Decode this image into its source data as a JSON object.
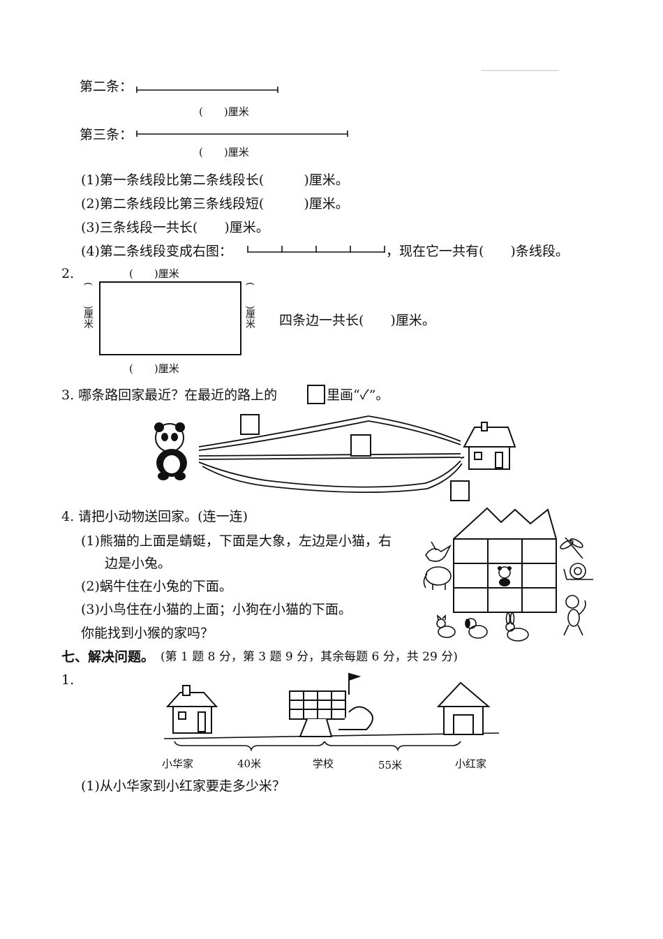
{
  "segments": {
    "second_label": "第二条：",
    "third_label": "第三条：",
    "length_blank": "(　　)厘米"
  },
  "q1": {
    "items": [
      "(1)第一条线段比第二条线段长(　　　)厘米。",
      "(2)第二条线段比第三条线段短(　　　)厘米。",
      "(3)三条线段一共长(　　)厘米。"
    ],
    "item4_prefix": "(4)第二条线段变成右图：",
    "item4_suffix": "，现在它一共有(　　)条线段。"
  },
  "q2": {
    "num": "2.",
    "top_blank": "(　　)厘米",
    "bottom_blank": "(　　)厘米",
    "side_blank": "(　　)厘米",
    "question": "四条边一共长(　　)厘米。"
  },
  "q3": {
    "prefix": "3. 哪条路回家最近？在最近的路上的",
    "suffix": "里画“✓”。"
  },
  "q4": {
    "title": "4. 请把小动物送回家。(连一连)",
    "lines": [
      "(1)熊猫的上面是蜻蜓，下面是大象，左边是小猫，右",
      "边是小兔。",
      "(2)蜗牛住在小兔的下面。",
      "(3)小鸟住在小猫的上面；小狗在小猫的下面。",
      "你能找到小猴的家吗？"
    ]
  },
  "section7": {
    "title": "七、解决问题。",
    "note": "(第 1 题 8 分，第 3 题 9 分，其余每题 6 分，共 29 分)",
    "q1_num": "1.",
    "labels": {
      "xiaohua_home": "小华家",
      "dist1": "40米",
      "school": "学校",
      "dist2": "55米",
      "xiaohong_home": "小红家"
    },
    "q1_sub1": "(1)从小华家到小红家要走多少米？"
  }
}
